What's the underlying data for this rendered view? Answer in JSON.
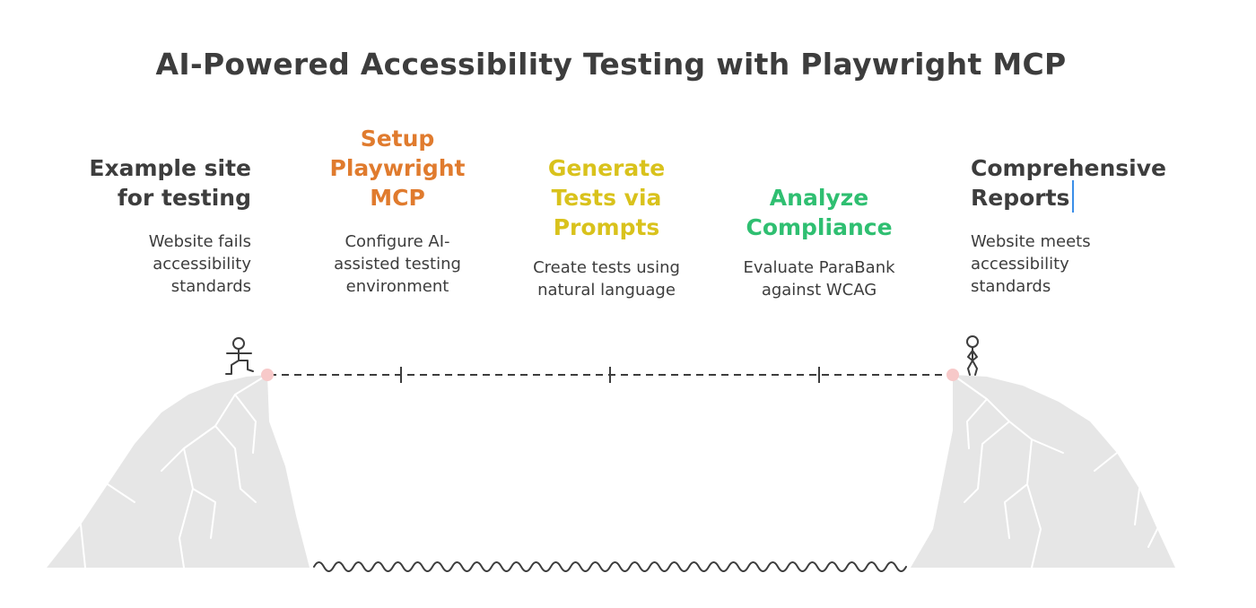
{
  "title": "AI-Powered Accessibility Testing with Playwright MCP",
  "stages": [
    {
      "heading": "Example site for testing",
      "heading_lines": [
        "Example site",
        "for testing"
      ],
      "description_lines": [
        "Website fails",
        "accessibility",
        "standards"
      ],
      "color": "#3d3d3d"
    },
    {
      "heading": "Setup Playwright MCP",
      "heading_lines": [
        "Setup",
        "Playwright",
        "MCP"
      ],
      "description_lines": [
        "Configure AI-",
        "assisted testing",
        "environment"
      ],
      "color": "#e07b2e"
    },
    {
      "heading": "Generate Tests via Prompts",
      "heading_lines": [
        "Generate",
        "Tests via",
        "Prompts"
      ],
      "description_lines": [
        "Create tests using",
        "natural language"
      ],
      "color": "#d9c21c"
    },
    {
      "heading": "Analyze Compliance",
      "heading_lines": [
        "Analyze",
        "Compliance"
      ],
      "description_lines": [
        "Evaluate ParaBank",
        "against WCAG"
      ],
      "color": "#2fbf71"
    },
    {
      "heading": "Comprehensive Reports",
      "heading_lines": [
        "Comprehensive",
        "Reports"
      ],
      "description_lines": [
        "Website meets",
        "accessibility",
        "standards"
      ],
      "color": "#3d3d3d"
    }
  ],
  "colors": {
    "cliff": "#e6e6e6",
    "cliff_lines": "#ffffff",
    "endpoint": "#f7c9c9",
    "line": "#3d3d3d"
  }
}
